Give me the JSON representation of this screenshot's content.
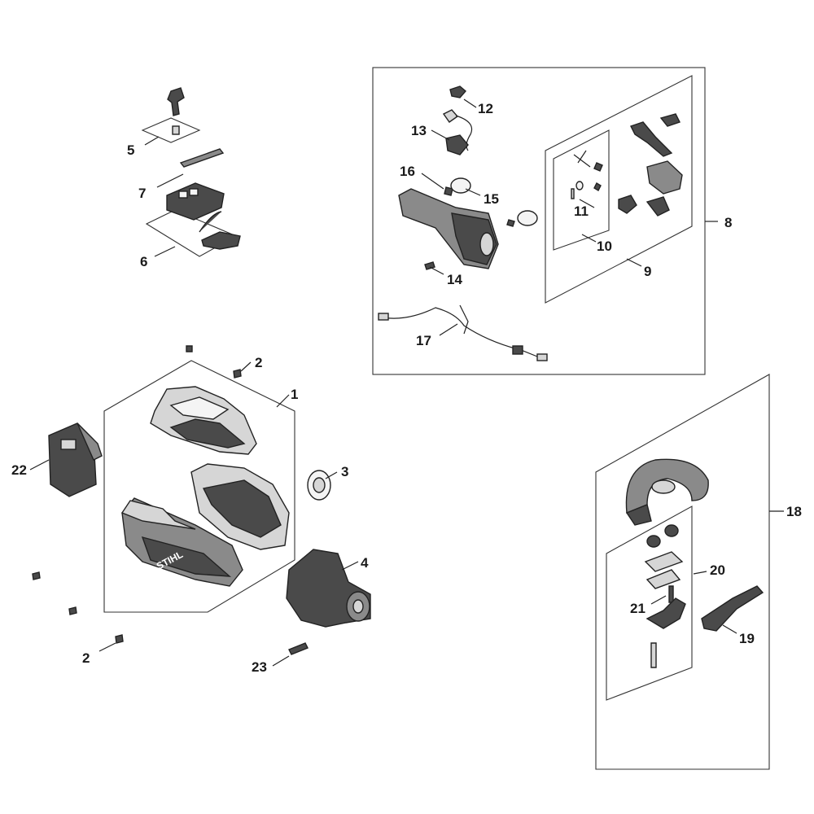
{
  "diagram": {
    "brand_text": "STIHL",
    "labels": {
      "n1": "1",
      "n2a": "2",
      "n2b": "2",
      "n3": "3",
      "n4": "4",
      "n5": "5",
      "n6": "6",
      "n7": "7",
      "n8": "8",
      "n9": "9",
      "n10": "10",
      "n11": "11",
      "n12": "12",
      "n13": "13",
      "n14": "14",
      "n15": "15",
      "n16": "16",
      "n17": "17",
      "n18": "18",
      "n19": "19",
      "n20": "20",
      "n21": "21",
      "n22": "22",
      "n23": "23"
    }
  }
}
